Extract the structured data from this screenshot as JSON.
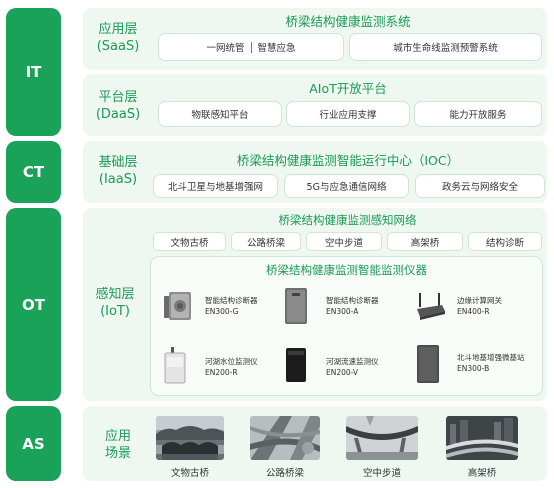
{
  "sidebar": {
    "it": "IT",
    "ct": "CT",
    "ot": "OT",
    "as": "AS"
  },
  "saas": {
    "layer_name": "应用层",
    "layer_code": "(SaaS)",
    "title": "桥梁结构健康监测系统",
    "box1_left": "一网统管",
    "box1_right": "智慧应急",
    "box2": "城市生命线监测预警系统"
  },
  "daas": {
    "layer_name": "平台层",
    "layer_code": "(DaaS)",
    "title": "AIoT开放平台",
    "items": [
      "物联感知平台",
      "行业应用支撑",
      "能力开放服务"
    ]
  },
  "iaas": {
    "layer_name": "基础层",
    "layer_code": "(IaaS)",
    "title": "桥梁结构健康监测智能运行中心（IOC）",
    "items": [
      "北斗卫星与地基增强网",
      "5G与应急通信网络",
      "政务云与网络安全"
    ]
  },
  "iot": {
    "layer_name": "感知层",
    "layer_code": "(IoT)",
    "network_title": "桥梁结构健康监测感知网络",
    "network_items": [
      "文物古桥",
      "公路桥梁",
      "空中步道",
      "高架桥",
      "结构诊断"
    ],
    "instrument_title": "桥梁结构健康监测智能监测仪器",
    "devices": [
      {
        "name": "智能结构诊断器",
        "model": "EN300-G"
      },
      {
        "name": "智能结构诊断器",
        "model": "EN300-A"
      },
      {
        "name": "边缘计算网关",
        "model": "EN400-R"
      },
      {
        "name": "河湖水位监测仪",
        "model": "EN200-R"
      },
      {
        "name": "河湖流速监测仪",
        "model": "EN200-V"
      },
      {
        "name": "北斗地基增强微基站",
        "model": "EN300-B"
      }
    ]
  },
  "scenes": {
    "layer_line1": "应用",
    "layer_line2": "场景",
    "items": [
      "文物古桥",
      "公路桥梁",
      "空中步道",
      "高架桥"
    ]
  },
  "colors": {
    "accent": "#1aa259",
    "band_bg": "#eef8f1",
    "title_green": "#1a9a55"
  }
}
